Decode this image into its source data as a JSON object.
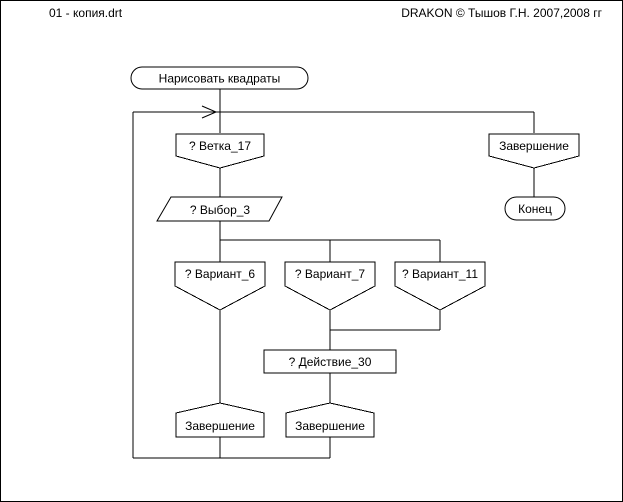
{
  "header": {
    "file_name": "01 - копия.drt",
    "copyright": "DRAKON © Тышов Г.Н. 2007,2008 гг"
  },
  "diagram": {
    "title": "Нарисовать квадраты",
    "branch": "? Ветка_17",
    "choice": "? Выбор_3",
    "case_1": "? Вариант_6",
    "case_2": "? Вариант_7",
    "case_3": "? Вариант_11",
    "action": "? Действие_30",
    "address_1": "Завершение",
    "address_2": "Завершение",
    "branch_end": "Завершение",
    "end": "Конец"
  }
}
